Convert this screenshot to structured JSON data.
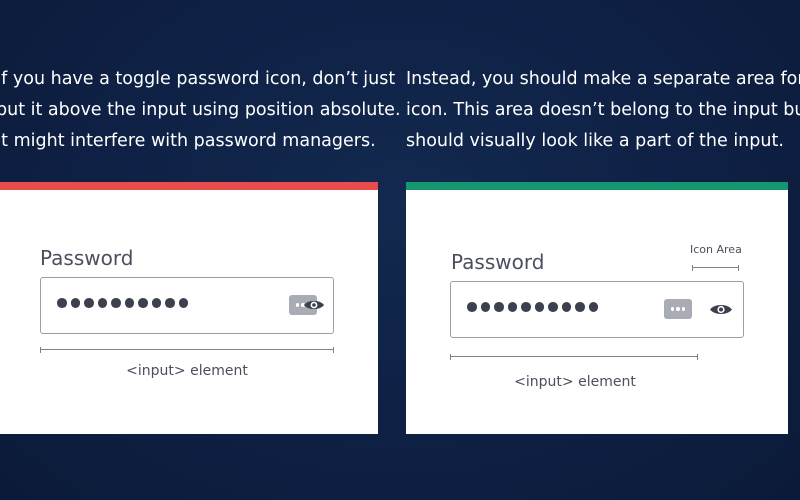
{
  "left_panel": {
    "caption_lines": [
      "If you have a toggle password icon, don’t just",
      "put it above the input using position absolute.",
      "It might interfere with password managers."
    ],
    "accent_color": "#e94c4c",
    "field_label": "Password",
    "password_dot_count": 10,
    "element_note": "<input> element"
  },
  "right_panel": {
    "caption_lines": [
      "Instead, you should make a separate area for the",
      "icon. This area doesn’t belong to the input but it",
      "should visually look like a part of the input."
    ],
    "accent_color": "#14976f",
    "field_label": "Password",
    "password_dot_count": 10,
    "icon_area_note": "Icon Area",
    "element_note": "<input> element"
  },
  "icons": {
    "password_manager": "password-manager-icon",
    "visibility_toggle": "eye-icon"
  }
}
